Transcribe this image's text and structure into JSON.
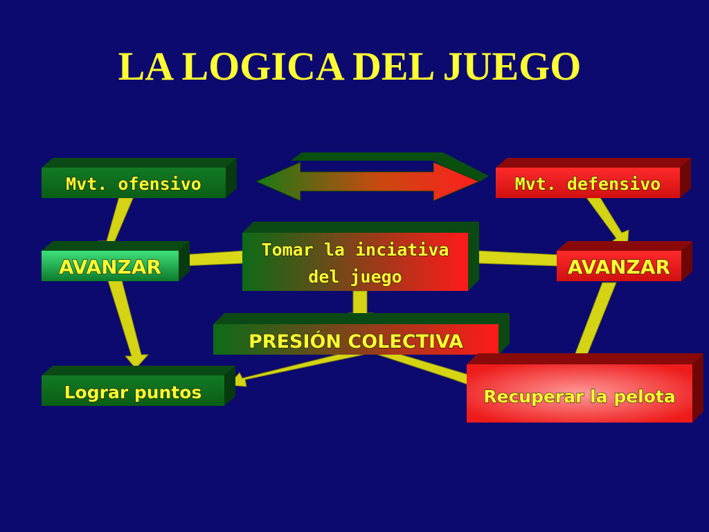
{
  "title": "LA LOGICA DEL JUEGO",
  "boxes": {
    "mvt_ofensivo": "Mvt. ofensivo",
    "mvt_defensivo": "Mvt. defensivo",
    "avanzar_left": "AVANZAR",
    "avanzar_right": "AVANZAR",
    "tomar_line1": "Tomar la inciativa",
    "tomar_line2": "del juego",
    "presion": "PRESIÓN COLECTIVA",
    "lograr": "Lograr puntos",
    "recuperar": "Recuperar la pelota"
  },
  "colors": {
    "background": "#0c0a6e",
    "title": "#ffff33",
    "green": "#0a6b1a",
    "red": "#ee1b1b",
    "arrow": "#d8d818"
  }
}
